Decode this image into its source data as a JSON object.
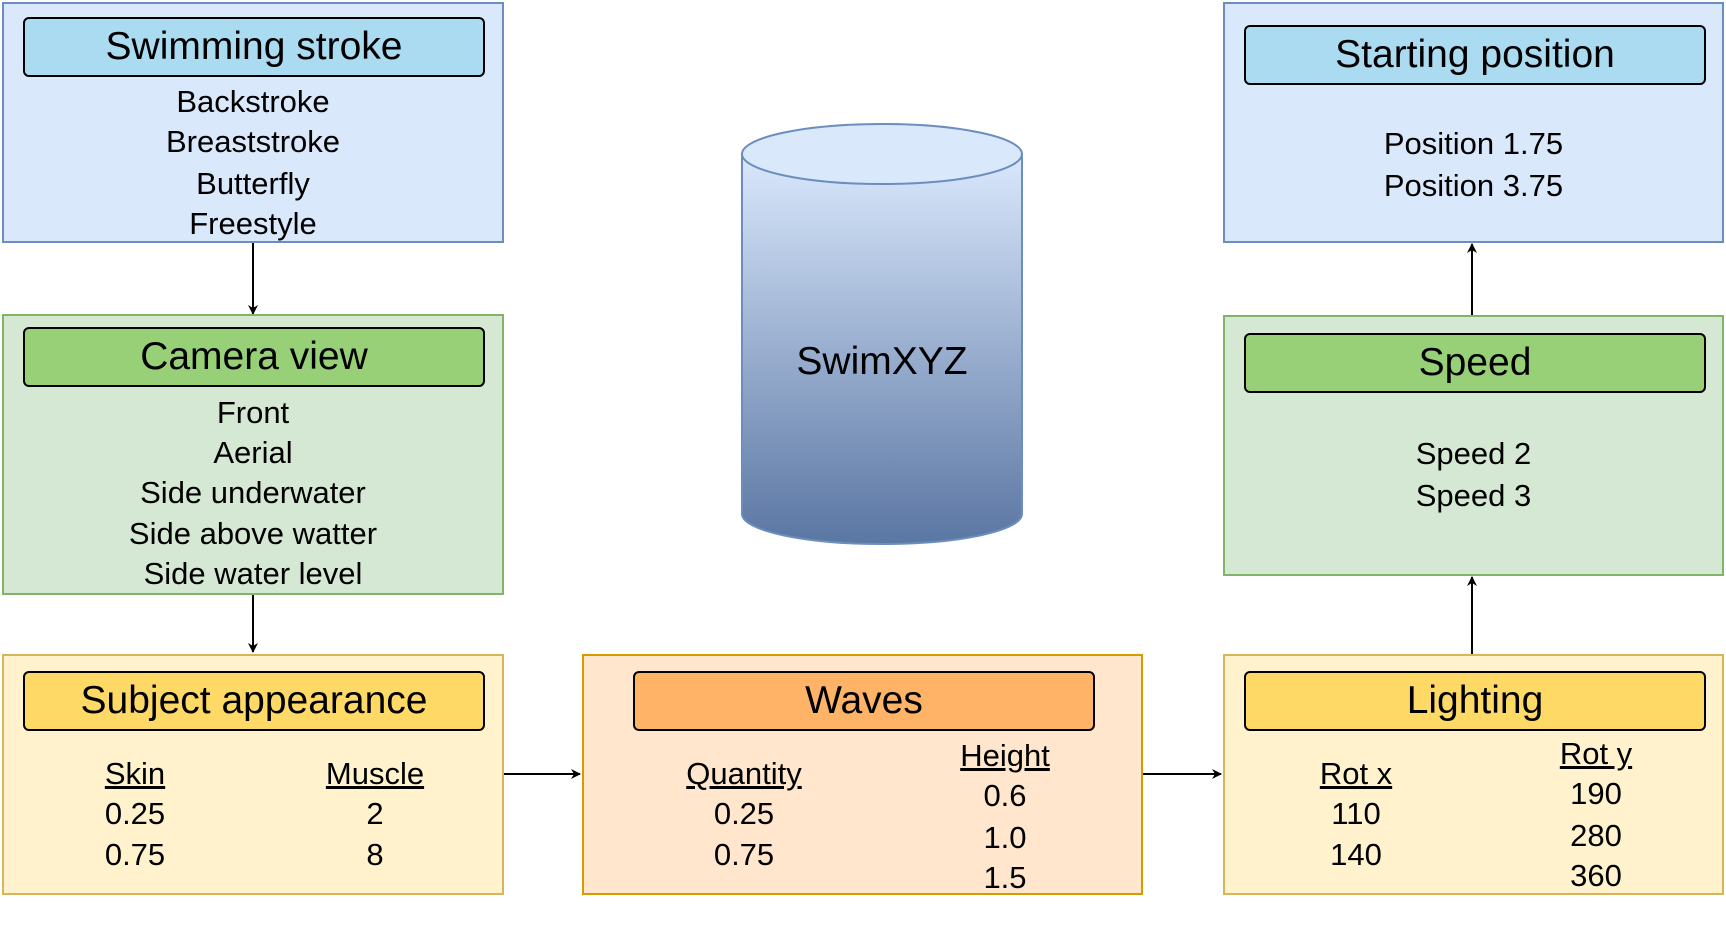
{
  "swimming_stroke": {
    "title": "Swimming stroke",
    "items": [
      "Backstroke",
      "Breaststroke",
      "Butterfly",
      "Freestyle"
    ]
  },
  "camera_view": {
    "title": "Camera view",
    "items": [
      "Front",
      "Aerial",
      "Side underwater",
      "Side above watter",
      "Side water level"
    ]
  },
  "subject_appearance": {
    "title": "Subject appearance",
    "col1": {
      "header": "Skin",
      "values": [
        "0.25",
        "0.75"
      ]
    },
    "col2": {
      "header": "Muscle",
      "values": [
        "2",
        "8"
      ]
    }
  },
  "waves": {
    "title": "Waves",
    "col1": {
      "header": "Quantity",
      "values": [
        "0.25",
        "0.75"
      ]
    },
    "col2": {
      "header": "Height",
      "values": [
        "0.6",
        "1.0",
        "1.5"
      ]
    }
  },
  "lighting": {
    "title": "Lighting",
    "col1": {
      "header": "Rot x",
      "values": [
        "110",
        "140"
      ]
    },
    "col2": {
      "header": "Rot y",
      "values": [
        "190",
        "280",
        "360"
      ]
    }
  },
  "speed": {
    "title": "Speed",
    "items": [
      "Speed 2",
      "Speed 3"
    ]
  },
  "starting_position": {
    "title": "Starting position",
    "items": [
      "Position 1.75",
      "Position 3.75"
    ]
  },
  "database": {
    "label": "SwimXYZ"
  },
  "colors": {
    "blue_fill": "#dae8fc",
    "green_fill": "#d5e8d4",
    "yellow_fill": "#fff2cc",
    "orange_fill": "#ffe6cc",
    "cylinder_top": "#dae8fc",
    "cylinder_bottom": "#5a76a3"
  }
}
